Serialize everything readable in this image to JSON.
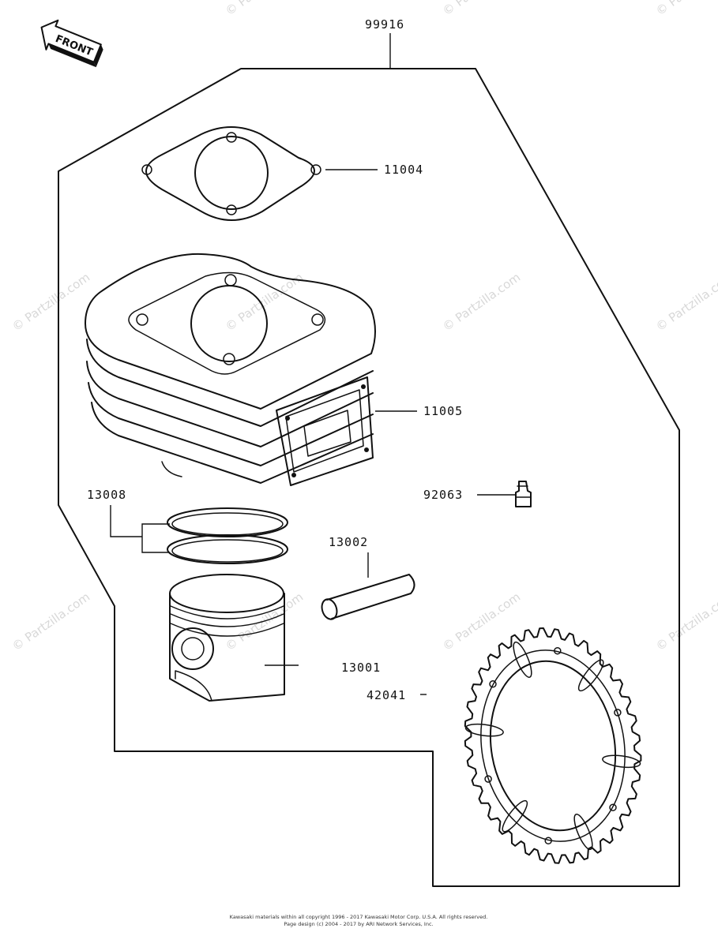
{
  "front_badge": "FRONT",
  "parts": {
    "kit": "99916",
    "gasket": "11004",
    "cylinder": "11005",
    "rings": "13008",
    "nipple": "92063",
    "pin": "13002",
    "piston": "13001",
    "sprocket": "42041"
  },
  "watermark": "© Partzilla.com",
  "footer": {
    "line1": "Kawasaki materials within all copyright 1996 - 2017 Kawasaki Motor Corp. U.S.A. All rights reserved.",
    "line2": "Page design (c) 2004 - 2017 by ARI Network Services, Inc."
  },
  "colors": {
    "ink": "#111111",
    "watermark": "#d8d8d8",
    "background": "#ffffff"
  }
}
